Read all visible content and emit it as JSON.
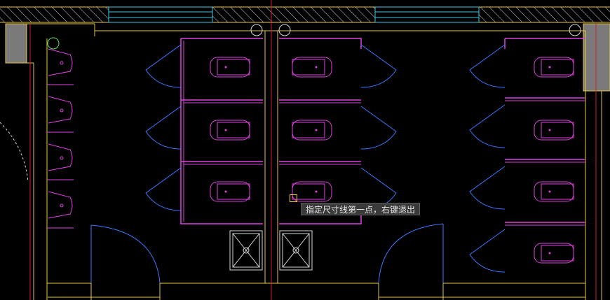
{
  "canvas": {
    "background": "#000000",
    "colors": {
      "wall": "#e8c840",
      "partition": "#e040e0",
      "door": "#3c78ff",
      "axis": "#d02030",
      "window": "#40c8e8",
      "hatch": "#d8d8d8",
      "column": "#808080"
    }
  },
  "drawing": {
    "stall_count_left": 3,
    "stall_count_right": 3,
    "stall_count_far_right": 4,
    "urinal_count": 4,
    "floor_drain_count": 2
  },
  "command_prompt": {
    "text": "指定尺寸线第一点，右键退出"
  },
  "cursor": {
    "icon": "snap-marker-icon"
  }
}
